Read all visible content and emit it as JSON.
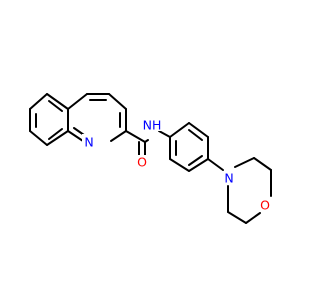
{
  "molecule": {
    "atoms": {
      "n_quinoline": "N",
      "o_carbonyl": "O",
      "n_amide": "NH",
      "n_morpholine": "N",
      "o_morpholine": "O"
    },
    "colors": {
      "nitrogen": "#0000ff",
      "oxygen": "#ff0000",
      "bond": "#000000",
      "background": "#ffffff"
    }
  }
}
